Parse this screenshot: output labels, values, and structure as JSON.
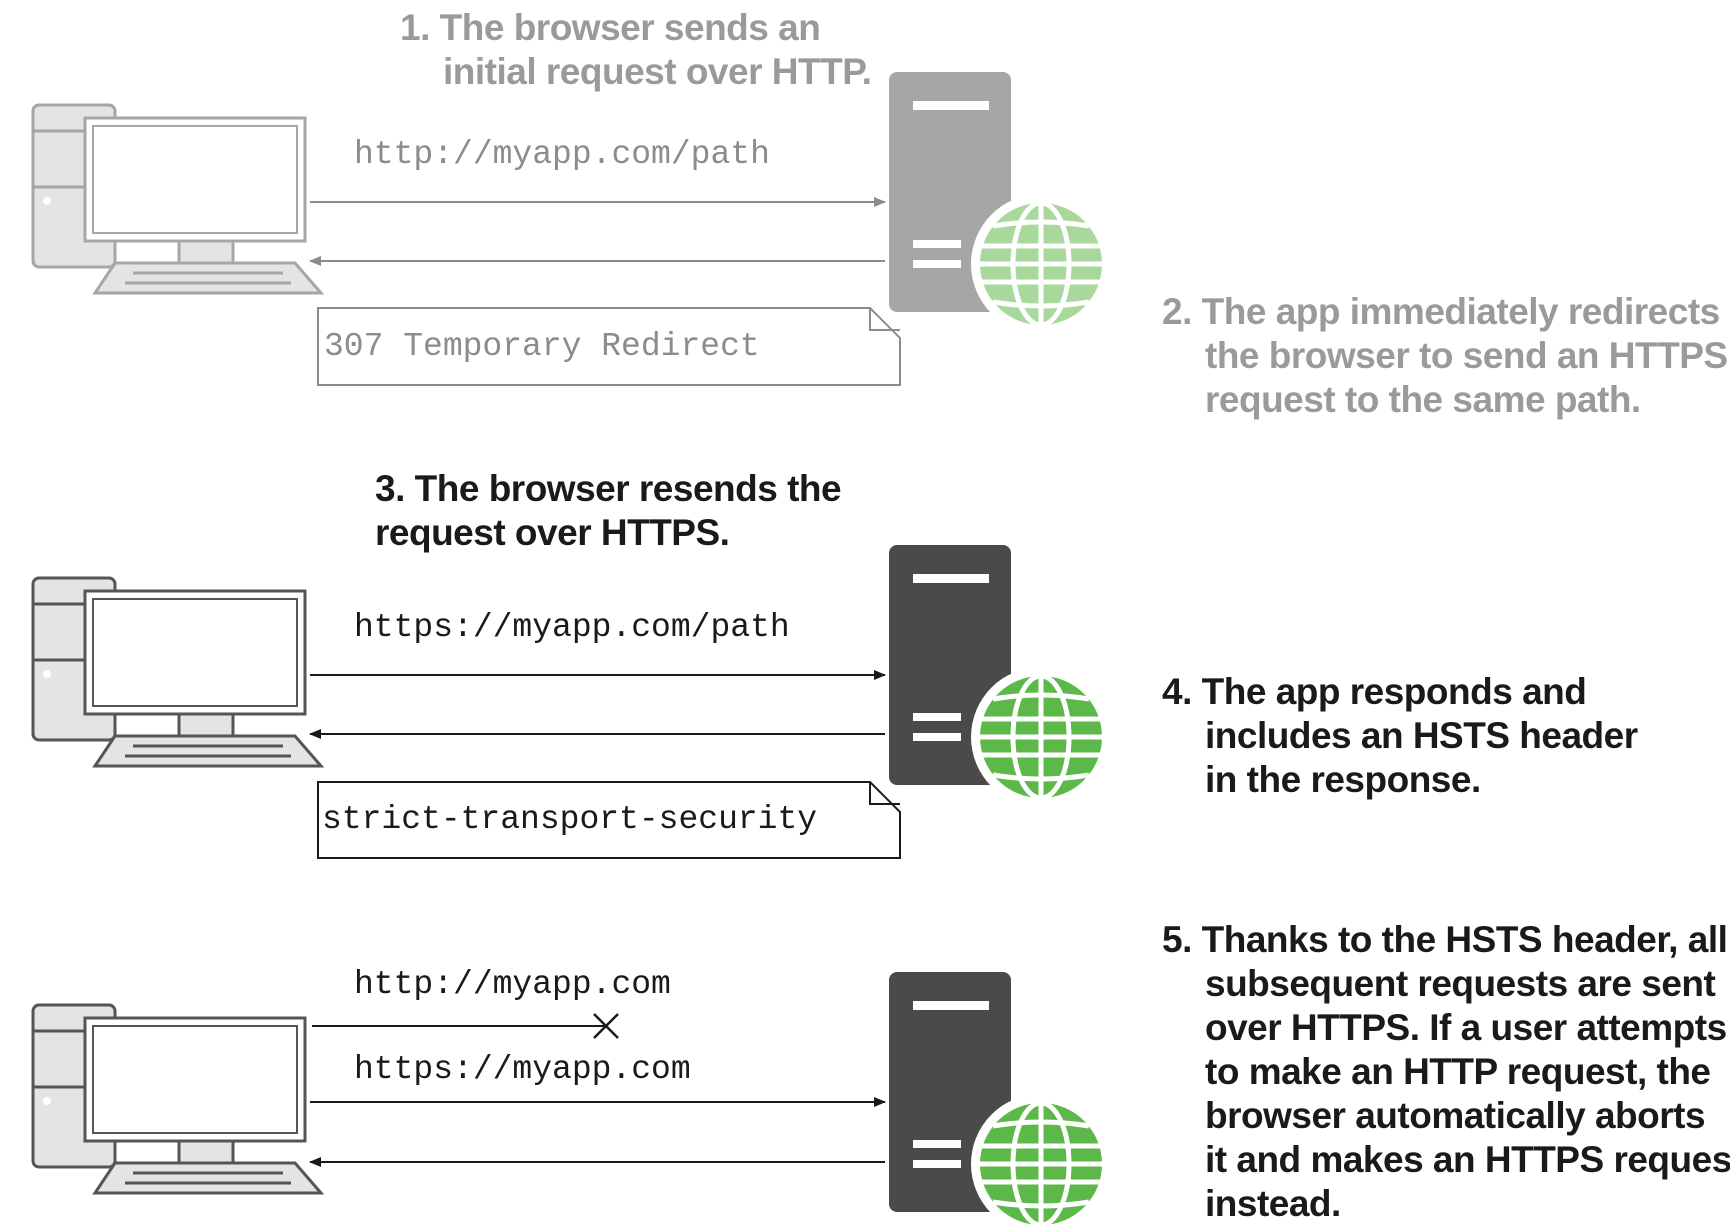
{
  "steps": {
    "step1": [
      "1. The browser sends an",
      "initial request over HTTP."
    ],
    "step2": [
      "2. The app immediately redirects",
      "the browser to send an HTTPS",
      "request to the same path."
    ],
    "step3": [
      "3. The browser resends the",
      "request over HTTPS."
    ],
    "step4": [
      "4. The app responds and",
      "includes an HSTS header",
      "in the response."
    ],
    "step5": [
      "5. Thanks to the HSTS header, all",
      "subsequent requests are sent",
      "over HTTPS. If a user attempts",
      "to make an HTTP request, the",
      "browser automatically aborts",
      "it and makes an HTTPS request",
      "instead."
    ]
  },
  "labels": {
    "http_path": "http://myapp.com/path",
    "redirect_note": "307 Temporary Redirect",
    "https_path": "https://myapp.com/path",
    "hsts_note": "strict-transport-security",
    "http_root": "http://myapp.com",
    "https_root": "https://myapp.com"
  },
  "icons": {
    "client": "desktop-computer-icon",
    "server": "server-tower-icon",
    "web": "globe-icon",
    "abort": "cross-mark-icon"
  },
  "colors": {
    "faded_text": "#9a9a9a",
    "dark_text": "#1a1a1a",
    "faded_server": "#a6a6a6",
    "dark_server": "#4a4a4a",
    "faded_globe": "#a8d89c",
    "globe": "#5cb848"
  }
}
